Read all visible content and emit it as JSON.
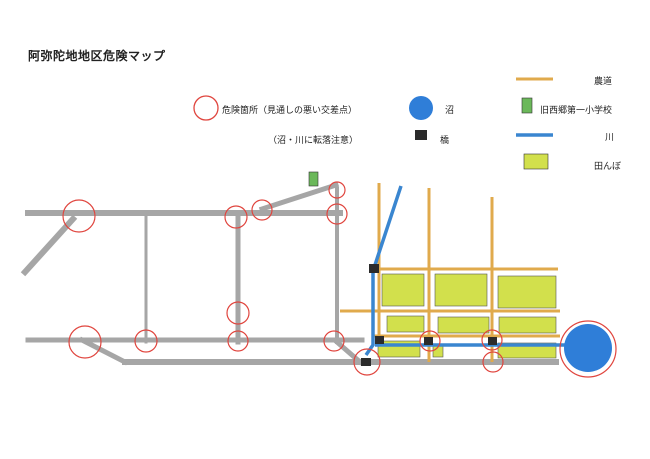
{
  "title": "阿弥陀地地区危険マップ",
  "legend": {
    "danger_label": "危険箇所（見通しの悪い交差点）",
    "danger_sub": "（沼・川に転落注意）",
    "swamp_label": "沼",
    "bridge_label": "橋",
    "farm_road_label": "農道",
    "school_label": "旧西郷第一小学校",
    "river_label": "川",
    "rice_field_label": "田んぼ"
  },
  "colors": {
    "road": "#a6a6a6",
    "farm_road": "#e0aa4c",
    "river": "#3a86d0",
    "swamp": "#2f7ed8",
    "rice_field": "#d2e04c",
    "school": "#6bb85a",
    "bridge": "#2b2b2b",
    "danger_circle": "#e0453e"
  }
}
